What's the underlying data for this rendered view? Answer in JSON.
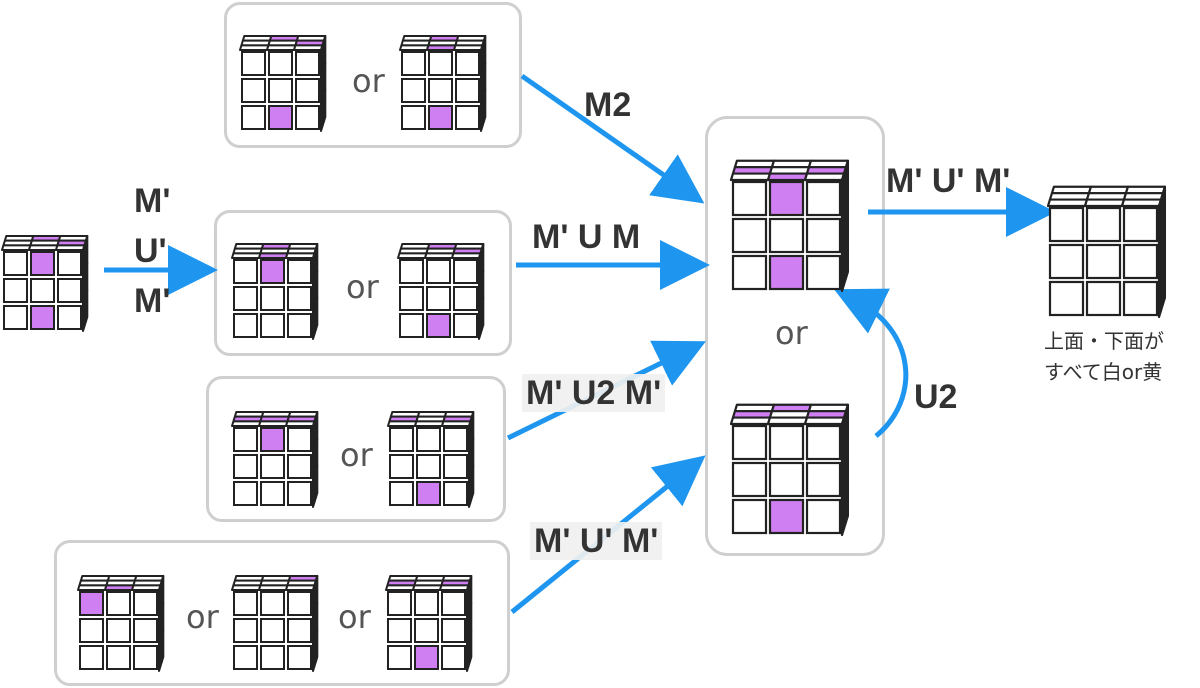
{
  "labels": {
    "m2": "M2",
    "mpumpup": [
      "M'",
      "U'",
      "M'"
    ],
    "mpum": "M' U M",
    "mpu2mp": "M' U2 M'",
    "mpupmp_bottom": "M' U' M'",
    "mpupmp_right": "M' U' M'",
    "u2": "U2"
  },
  "or_word": "or",
  "note_lines": [
    "上面・下面が",
    "すべて白or黄"
  ],
  "colors": {
    "accent": "#1e96f0",
    "purple": "#d07ff2",
    "box_border": "#cfcfcf",
    "text": "#333333"
  },
  "icons": [
    "arrow-icon",
    "curved-arrow-icon",
    "cube-icon"
  ]
}
